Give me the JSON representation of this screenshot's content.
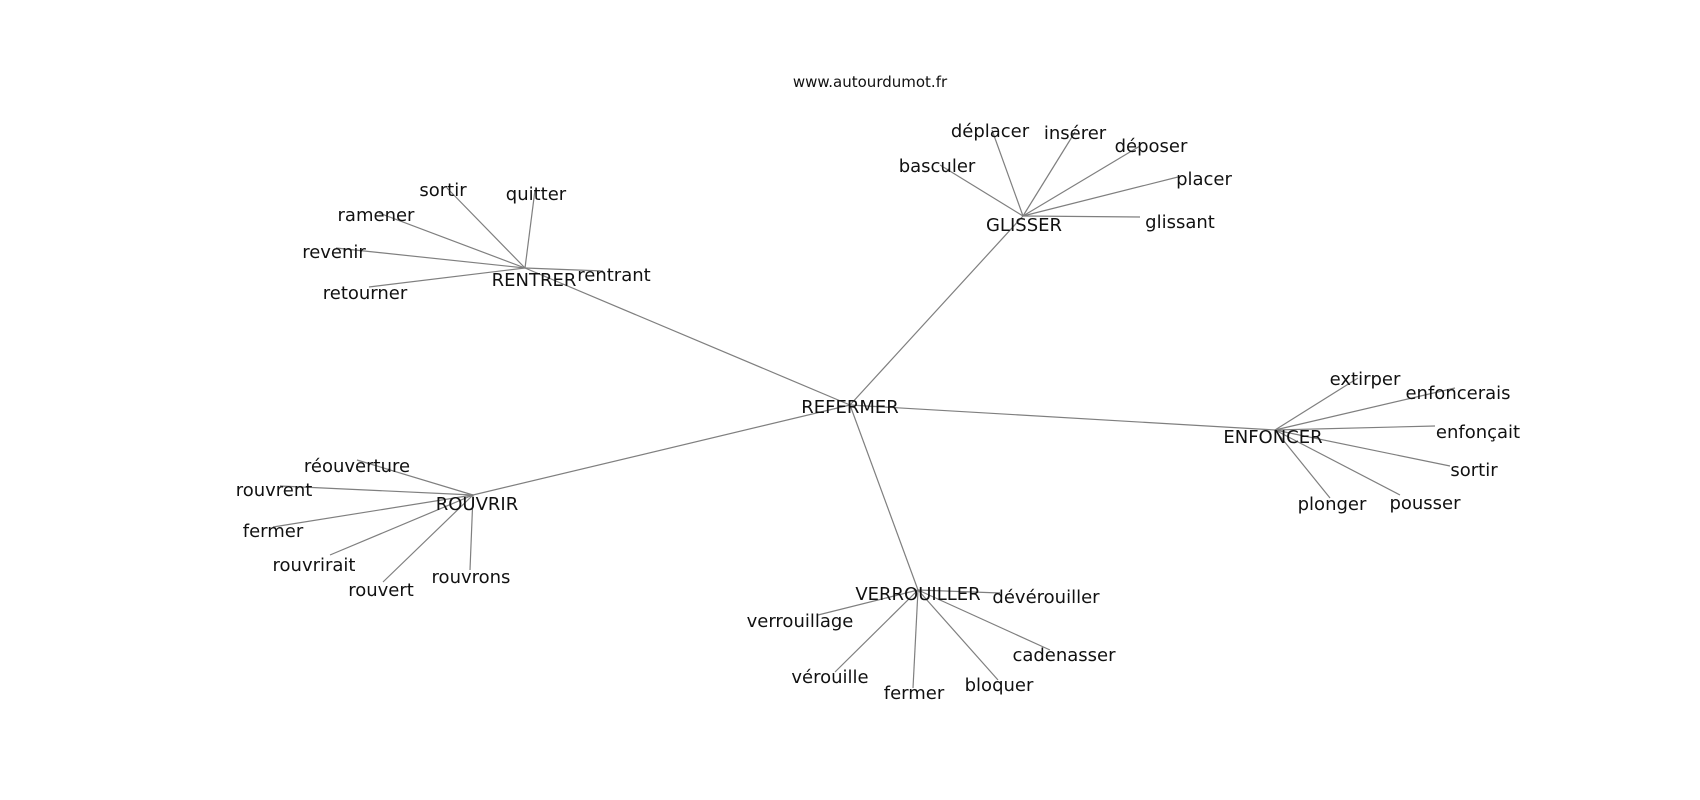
{
  "source": "www.autourdumot.fr",
  "graph": {
    "center": "REFERMER",
    "hubs": [
      {
        "label": "GLISSER",
        "leaves": [
          "déplacer",
          "insérer",
          "basculer",
          "déposer",
          "placer",
          "glissant"
        ]
      },
      {
        "label": "RENTRER",
        "leaves": [
          "sortir",
          "quitter",
          "ramener",
          "revenir",
          "retourner",
          "rentrant"
        ]
      },
      {
        "label": "ENFONCER",
        "leaves": [
          "extirper",
          "enfoncerais",
          "enfonçait",
          "sortir",
          "plonger",
          "pousser"
        ]
      },
      {
        "label": "ROUVRIR",
        "leaves": [
          "réouverture",
          "rouvrent",
          "fermer",
          "rouvrirait",
          "rouvert",
          "rouvrons"
        ]
      },
      {
        "label": "VERROUILLER",
        "leaves": [
          "dévérouiller",
          "verrouillage",
          "cadenasser",
          "vérouille",
          "fermer",
          "bloquer"
        ]
      }
    ]
  }
}
